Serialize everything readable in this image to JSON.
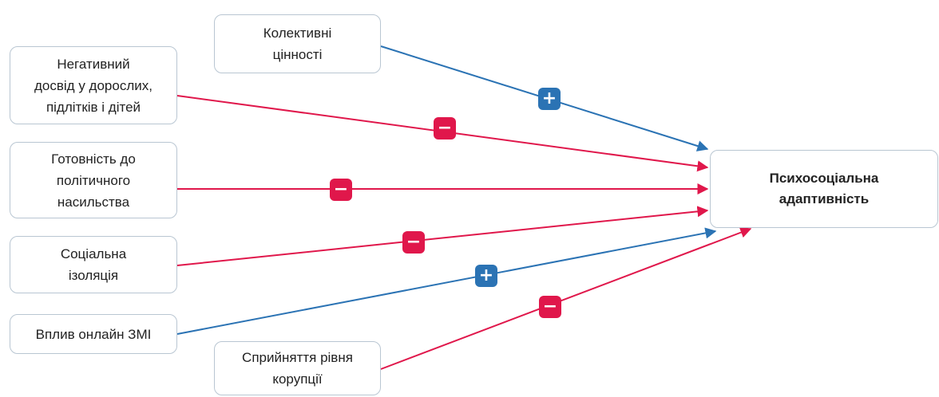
{
  "nodes": {
    "collective_values": "Колективні\nцінності",
    "negative_experience": "Негативний\nдосвід у дорослих,\nпідлітків і дітей",
    "political_violence": "Готовність до\nполітичного\nнасильства",
    "social_isolation": "Соціальна\nізоляція",
    "online_media": "Вплив онлайн ЗМІ",
    "corruption": "Сприйняття рівня\nкорупції",
    "target": "Психосоціальна\nадаптивність"
  },
  "edges": [
    {
      "from": "collective_values",
      "to": "target",
      "sign": "+"
    },
    {
      "from": "negative_experience",
      "to": "target",
      "sign": "−"
    },
    {
      "from": "political_violence",
      "to": "target",
      "sign": "−"
    },
    {
      "from": "social_isolation",
      "to": "target",
      "sign": "−"
    },
    {
      "from": "online_media",
      "to": "target",
      "sign": "+"
    },
    {
      "from": "corruption",
      "to": "target",
      "sign": "−"
    }
  ],
  "colors": {
    "positive": "#2b73b4",
    "negative": "#e0174b"
  }
}
